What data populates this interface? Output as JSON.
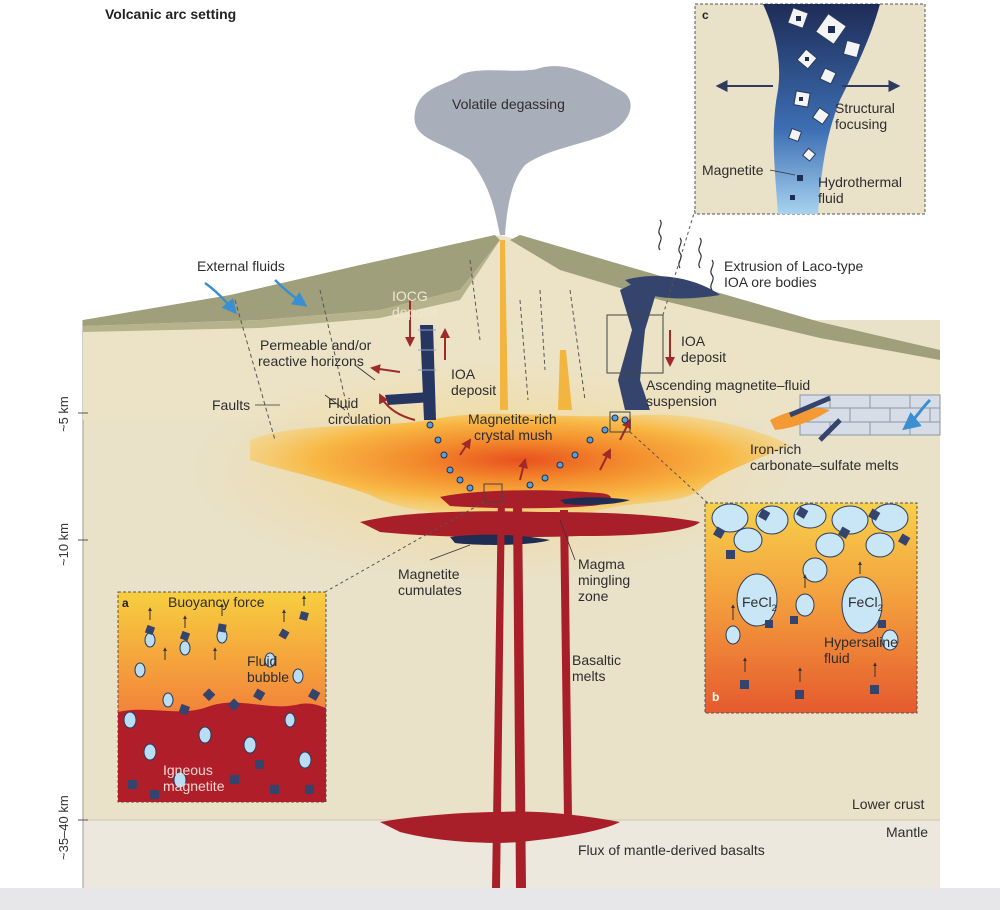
{
  "title": "Volcanic arc setting",
  "labels": {
    "volatile_degassing": "Volatile degassing",
    "external_fluids": "External fluids",
    "iocg_deposit_line1": "IOCG",
    "iocg_deposit_line2": "deposit",
    "permeable_line1": "Permeable and/or",
    "permeable_line2": "reactive horizons",
    "faults": "Faults",
    "fluid_circulation_line1": "Fluid",
    "fluid_circulation_line2": "circulation",
    "ioa_deposit_left_line1": "IOA",
    "ioa_deposit_left_line2": "deposit",
    "crystal_mush_line1": "Magnetite-rich",
    "crystal_mush_line2": "crystal mush",
    "extrusion_line1": "Extrusion of Laco-type",
    "extrusion_line2": "IOA ore bodies",
    "ioa_deposit_right_line1": "IOA",
    "ioa_deposit_right_line2": "deposit",
    "ascending_line1": "Ascending magnetite–fluid",
    "ascending_line2": "suspension",
    "iron_rich_line1": "Iron-rich",
    "iron_rich_line2": "carbonate–sulfate melts",
    "magnetite_cumulates_line1": "Magnetite",
    "magnetite_cumulates_line2": "cumulates",
    "magma_mingling_line1": "Magma",
    "magma_mingling_line2": "mingling",
    "magma_mingling_line3": "zone",
    "basaltic_melts_line1": "Basaltic",
    "basaltic_melts_line2": "melts",
    "lower_crust": "Lower crust",
    "mantle": "Mantle",
    "flux": "Flux of mantle-derived basalts"
  },
  "depth_labels": {
    "d5": "~5 km",
    "d10": "~10 km",
    "d35": "~35–40 km"
  },
  "panel_a": {
    "letter": "a",
    "buoyancy": "Buoyancy force",
    "fluid_bubble_line1": "Fluid",
    "fluid_bubble_line2": "bubble",
    "igneous_line1": "Igneous",
    "igneous_line2": "magnetite"
  },
  "panel_b": {
    "letter": "b",
    "fecl_left": "FeCl",
    "fecl_left_sub": "2",
    "fecl_right": "FeCl",
    "fecl_right_sub": "2",
    "hypersaline_line1": "Hypersaline",
    "hypersaline_line2": "fluid"
  },
  "panel_c": {
    "letter": "c",
    "structural_line1": "Structural",
    "structural_line2": "focusing",
    "magnetite": "Magnetite",
    "hydrothermal_line1": "Hydrothermal",
    "hydrothermal_line2": "fluid"
  },
  "colors": {
    "crust": "#e9e1c8",
    "mantle": "#ece8de",
    "surface": "#9e9f79",
    "magma_orange": "#f7a43a",
    "magma_red": "#a81f2a",
    "plume": "#a9aebb",
    "ore": "#2f3f66"
  }
}
